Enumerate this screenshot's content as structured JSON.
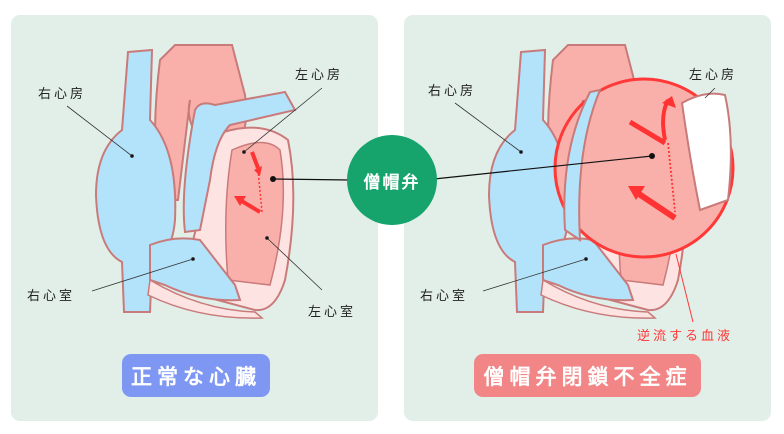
{
  "center_label": "僧帽弁",
  "normal": {
    "title": "正常な心臓",
    "labels": {
      "right_atrium": "右心房",
      "left_atrium": "左心房",
      "right_ventricle": "右心室",
      "left_ventricle": "左心室"
    }
  },
  "regurgitation": {
    "title": "僧帽弁閉鎖不全症",
    "labels": {
      "right_atrium": "右心房",
      "left_atrium": "左心房",
      "right_ventricle": "右心室",
      "backflow": "逆流する血液"
    }
  },
  "colors": {
    "panel": "#e2efe8",
    "venous": "#b3e3fa",
    "arterial": "#f9b0aa",
    "wall": "#c97a7a",
    "arrow": "#ff3333",
    "valve_badge": "#17a36c",
    "normal_badge": "#7e97f3",
    "disease_badge": "#f28585"
  }
}
